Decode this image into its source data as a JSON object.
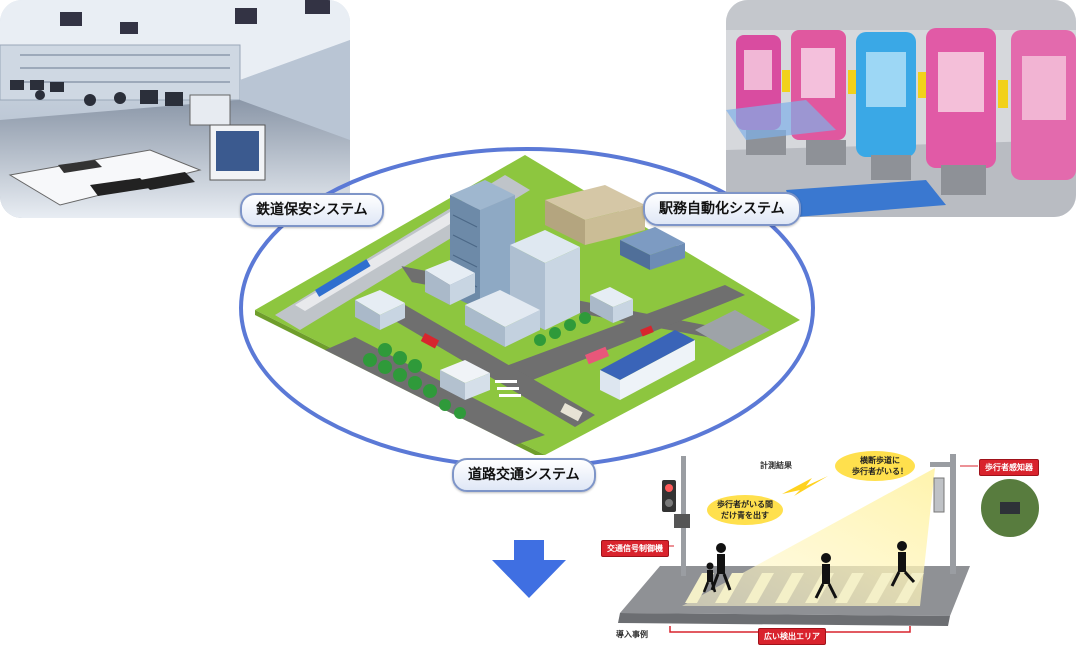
{
  "labels": {
    "railway": "鉄道保安システム",
    "station": "駅務自動化システム",
    "road": "道路交通システム"
  },
  "illustration": {
    "result": "計測結果",
    "crossing_alert": "横断歩道に\n歩行者がいる！",
    "signal_hold": "歩行者がいる間\nだけ青を出す",
    "sensor": "歩行者感知器",
    "controller": "交通信号制御機",
    "detection_area": "広い検出エリア",
    "example": "導入事例"
  },
  "colors": {
    "ring": "#5b79d6",
    "arrow": "#3f6fe2",
    "grass": "#8dc63f",
    "road": "#6f6f6f",
    "tag_red": "#d9232d"
  }
}
